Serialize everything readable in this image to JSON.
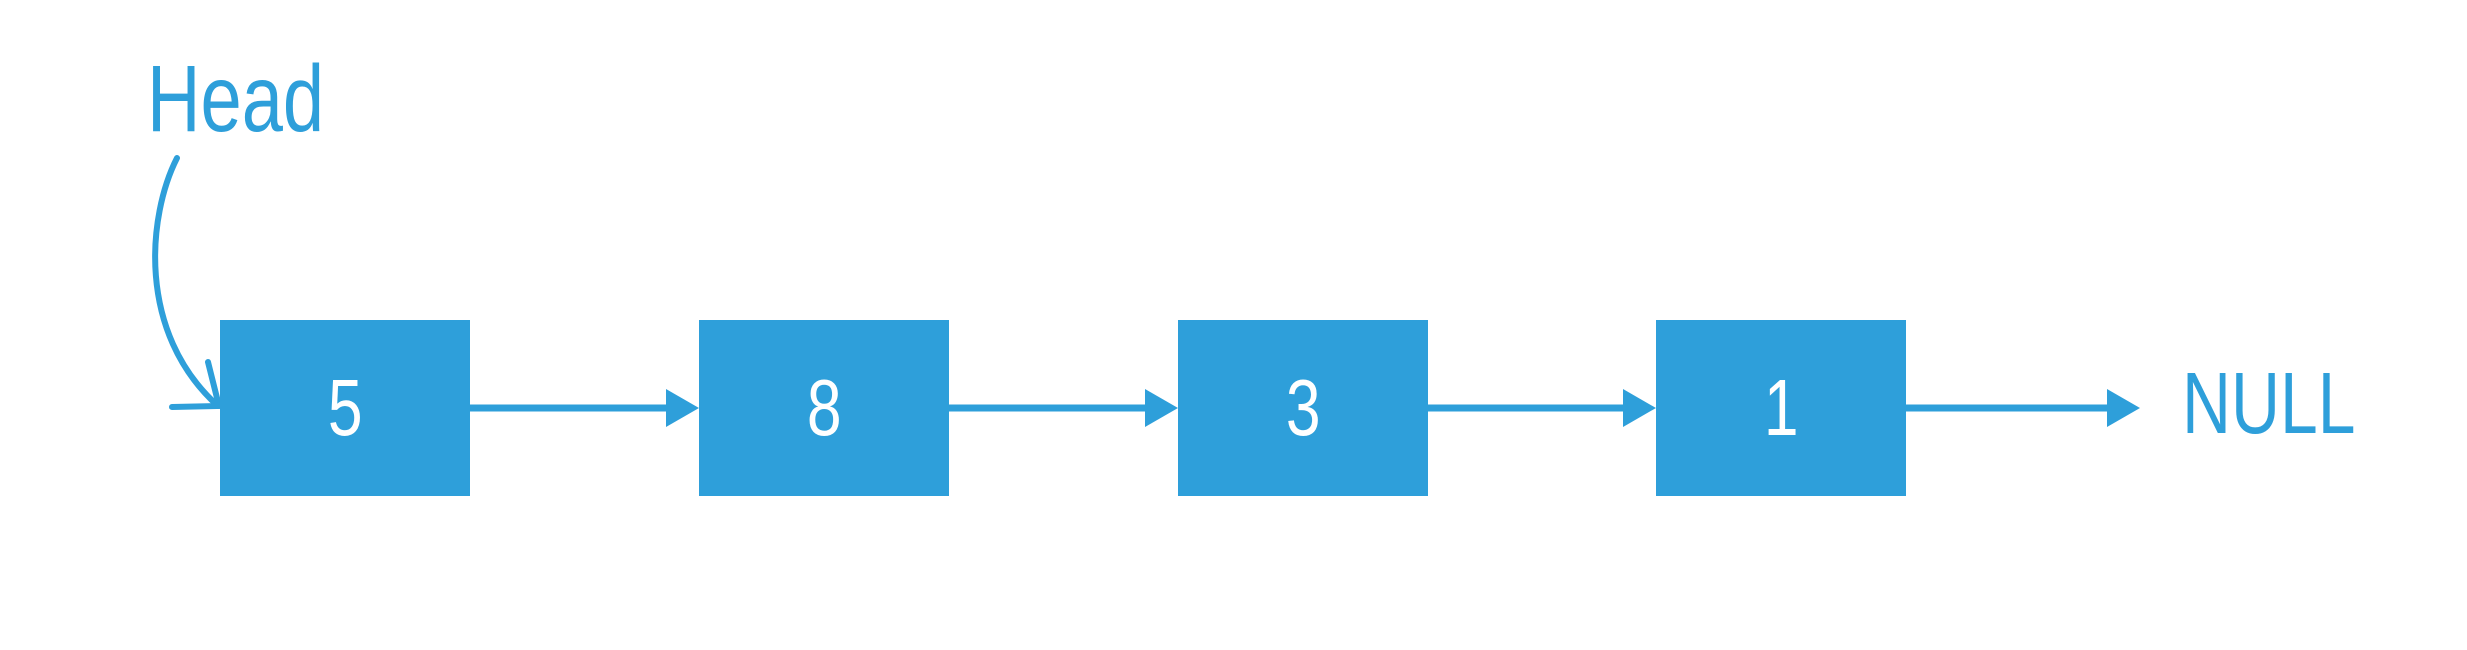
{
  "diagram": {
    "type": "singly-linked-list",
    "head_label": "Head",
    "null_label": "NULL",
    "nodes": [
      {
        "value": "5"
      },
      {
        "value": "8"
      },
      {
        "value": "3"
      },
      {
        "value": "1"
      }
    ],
    "icons": {
      "head_pointer": "curved-arrow-icon",
      "link_pointer": "right-arrow-icon"
    },
    "colors": {
      "accent": "#2E9FDA",
      "node_fill": "#2E9FDA",
      "node_text": "#FFFFFF",
      "background": "#FFFFFF"
    }
  }
}
